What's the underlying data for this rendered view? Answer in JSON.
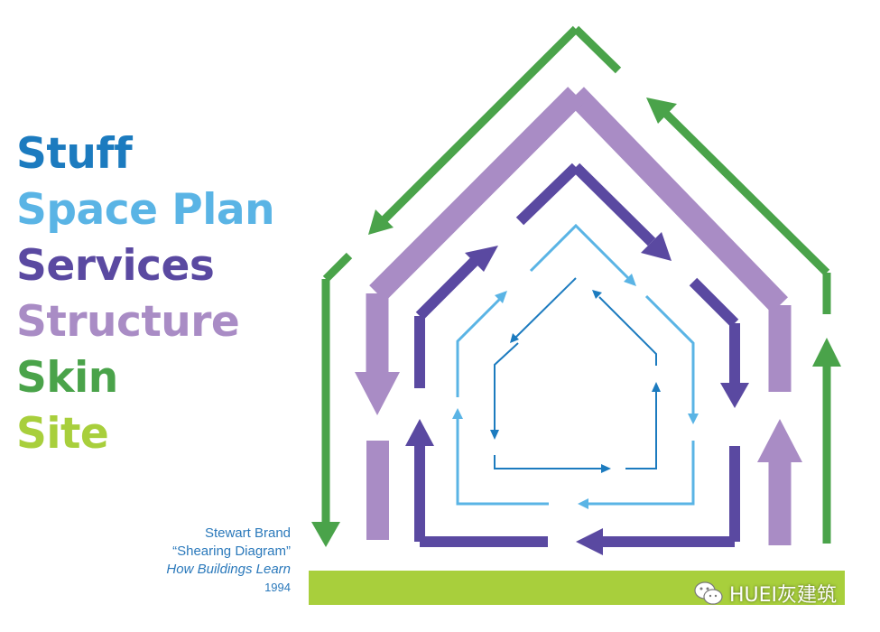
{
  "legend": [
    {
      "label": "Stuff",
      "color": "#1c7bbf"
    },
    {
      "label": "Space Plan",
      "color": "#5ab4e5"
    },
    {
      "label": "Services",
      "color": "#5a49a1"
    },
    {
      "label": "Structure",
      "color": "#a98cc5"
    },
    {
      "label": "Skin",
      "color": "#4aa34a"
    },
    {
      "label": "Site",
      "color": "#a8cf3c"
    }
  ],
  "credit": {
    "author": "Stewart Brand",
    "diagram": "“Shearing Diagram”",
    "book": "How Buildings Learn",
    "year": "1994"
  },
  "watermark": {
    "text": "HUEI灰建筑",
    "icon": "wechat-icon"
  }
}
